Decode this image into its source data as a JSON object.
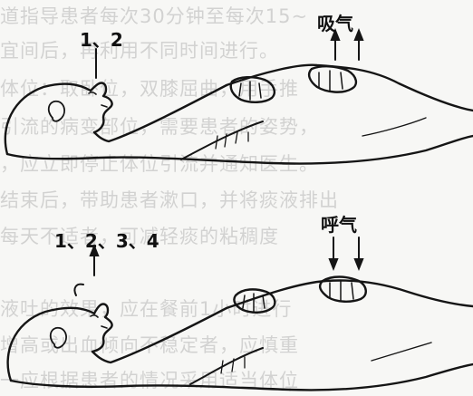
{
  "figure": {
    "panel_top": {
      "breath_label": "吸气",
      "step_label": "1、2"
    },
    "panel_bottom": {
      "breath_label": "呼气",
      "step_label": "1、2、3、4"
    }
  },
  "background_text": {
    "lines": [
      "道指导患者每次30分钟至每次15~",
      "宜间后，再利用不同时间进行。",
      "体位：取卧位，双膝屈曲，用手推",
      "引流的病变部位，需要患者的姿势，",
      "，应立即停止体位引流并通知医生。",
      "结束后，带助患者漱口，并将痰液排出",
      "每天不适者，可减轻痰的粘稠度",
      "液吐的效果，应在餐前1小时进行",
      "增高或出血倾向不稳定者，应慎重",
      "一应根据患者的情况采用适当体位"
    ]
  },
  "colors": {
    "ink": "#151515",
    "paper": "#f7f7f5",
    "watermark": "#b4b4b4"
  }
}
